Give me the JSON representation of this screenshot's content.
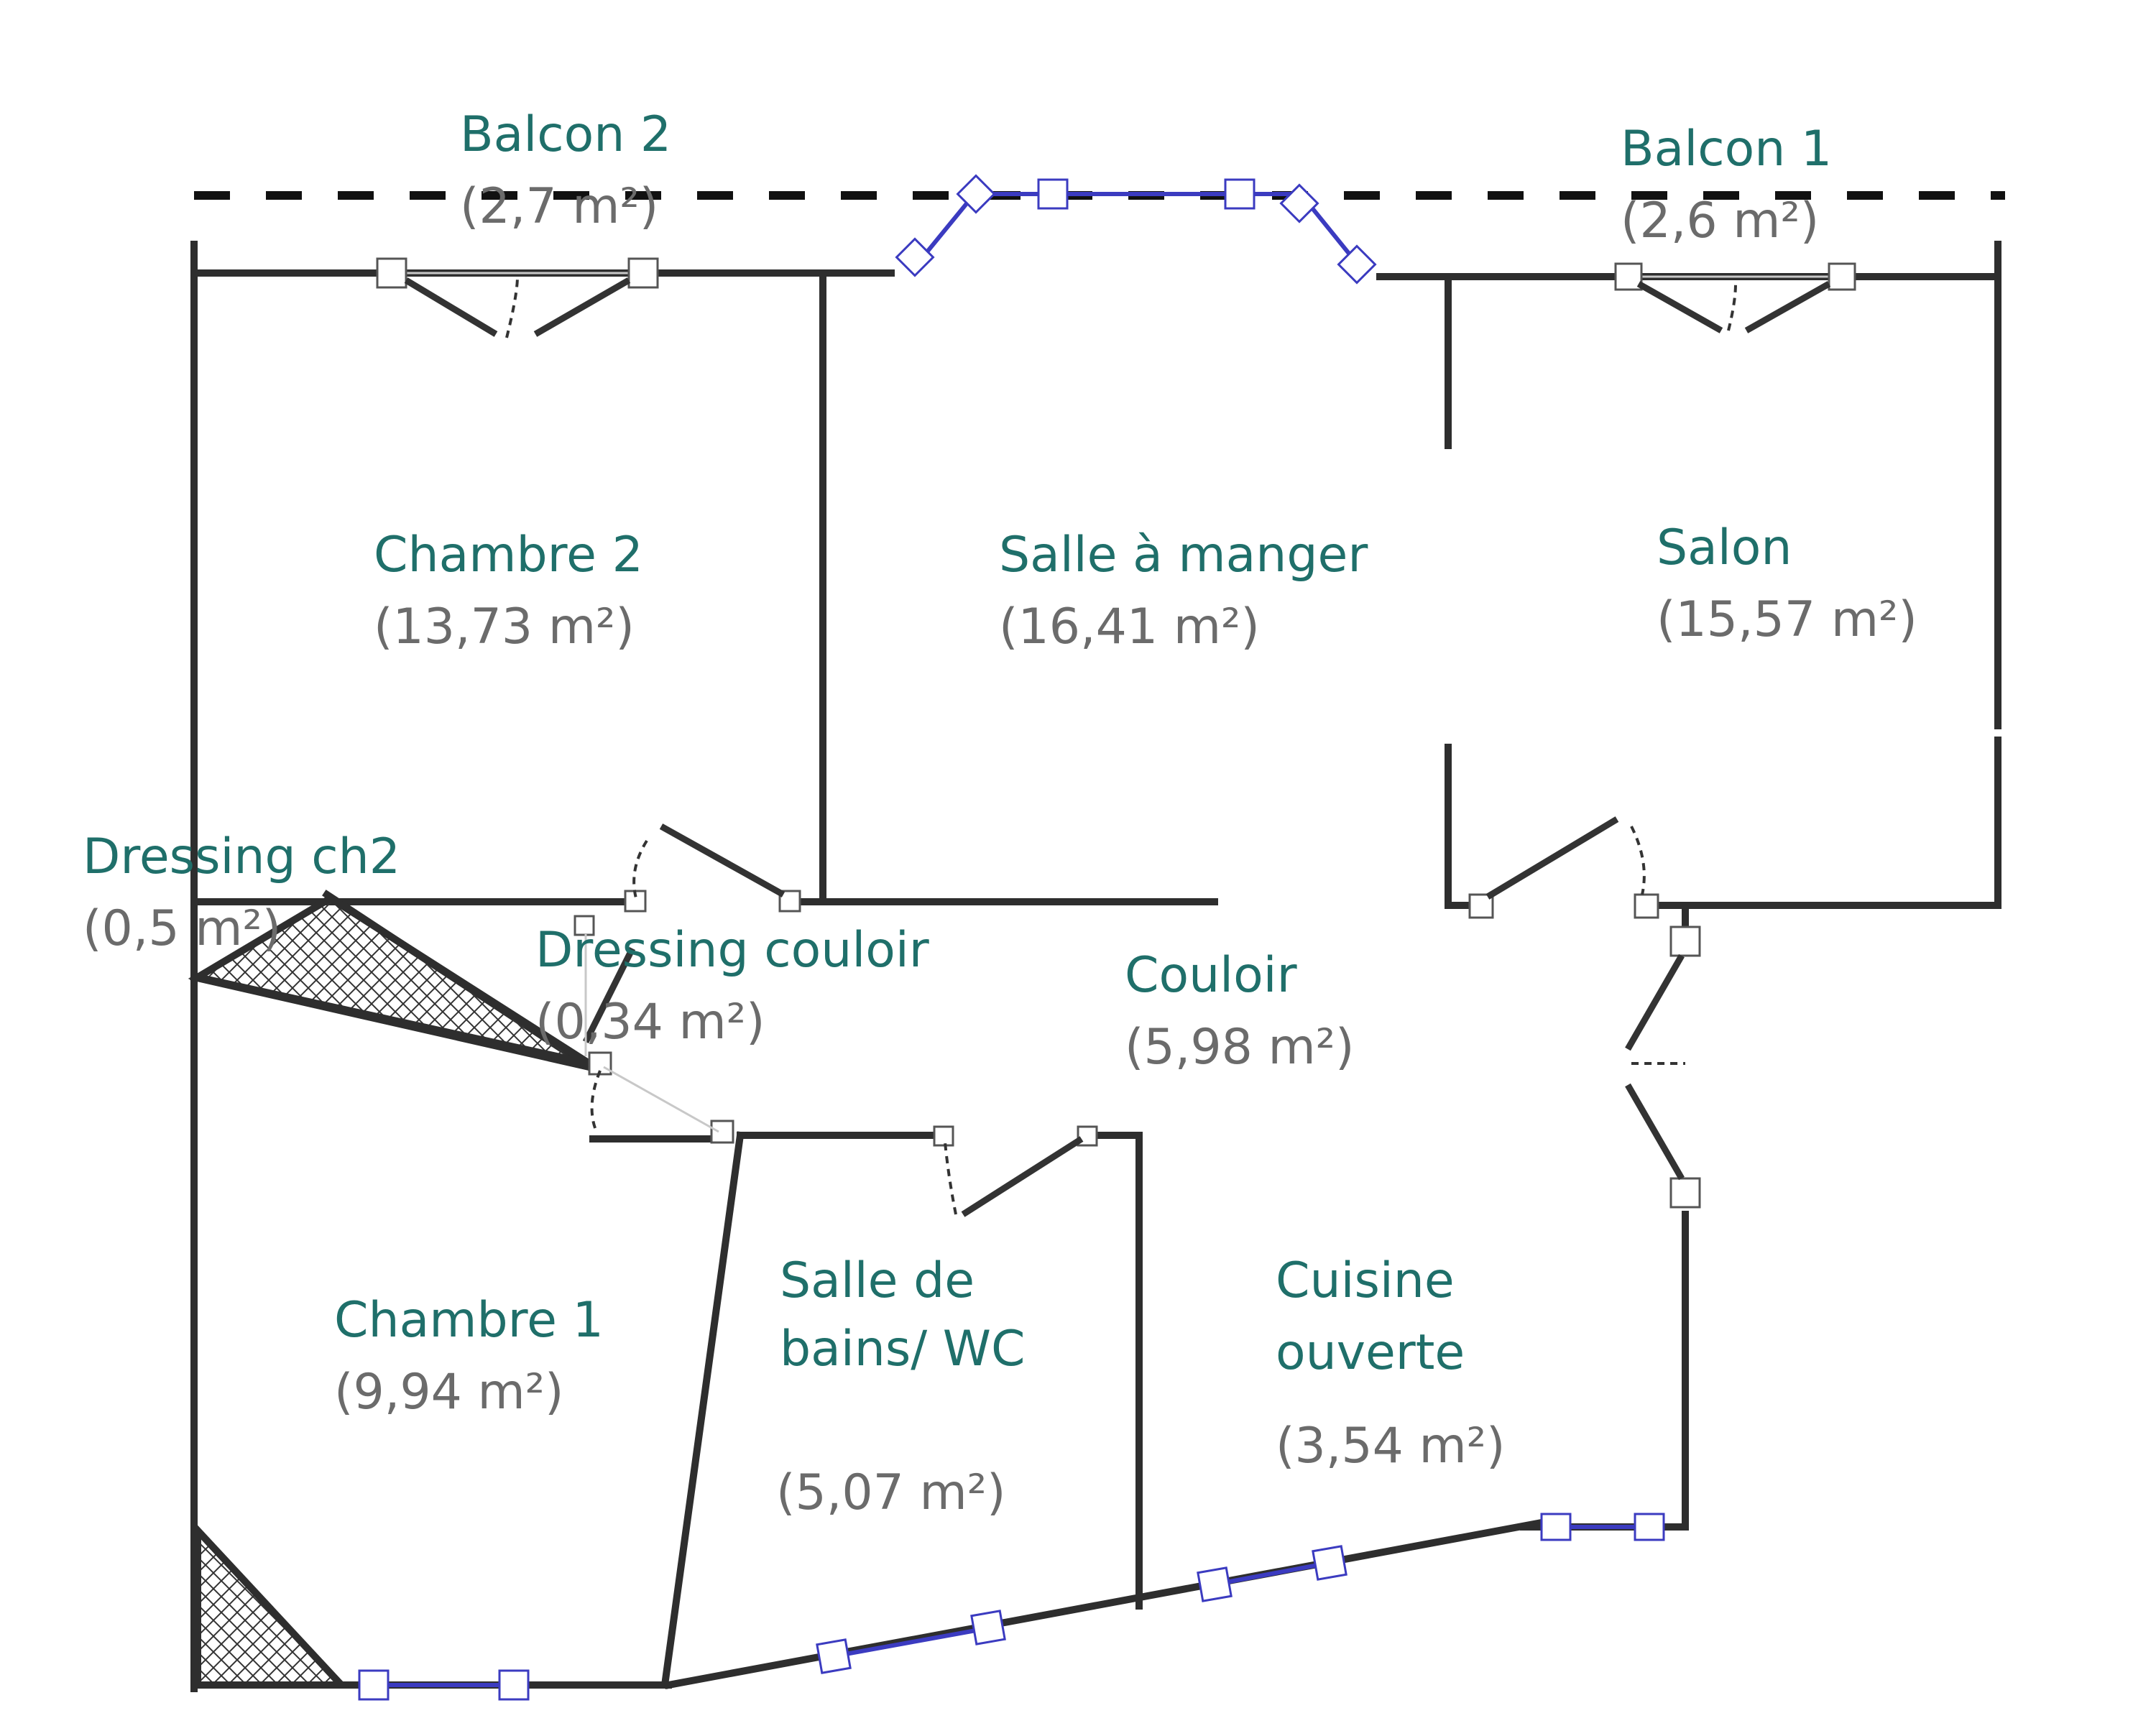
{
  "rooms": [
    {
      "id": "balcon-2",
      "name": "Balcon 2",
      "area": "(2,7 m²)"
    },
    {
      "id": "balcon-1",
      "name": "Balcon 1",
      "area": "(2,6 m²)"
    },
    {
      "id": "chambre-2",
      "name": "Chambre 2",
      "area": "(13,73 m²)"
    },
    {
      "id": "salle-a-manger",
      "name": "Salle à manger",
      "area": "(16,41 m²)"
    },
    {
      "id": "salon",
      "name": "Salon",
      "area": "(15,57 m²)"
    },
    {
      "id": "dressing-ch2",
      "name": "Dressing ch2",
      "area": "(0,5 m²)"
    },
    {
      "id": "dressing-couloir",
      "name": "Dressing couloir",
      "area": "(0,34 m²)"
    },
    {
      "id": "couloir",
      "name": "Couloir",
      "area": "(5,98 m²)"
    },
    {
      "id": "chambre-1",
      "name": "Chambre 1",
      "area": "(9,94 m²)"
    },
    {
      "id": "salle-de-bains",
      "name": "Salle de",
      "name2": "bains/ WC",
      "area": "(5,07 m²)"
    },
    {
      "id": "cuisine",
      "name": "Cuisine",
      "name2": "ouverte",
      "area": "(3,54 m²)"
    }
  ],
  "colors": {
    "room_name": "#1f6f6a",
    "area_text": "#6b6b6b",
    "wall": "#2e2e2e",
    "window": "#3b3bc0"
  }
}
